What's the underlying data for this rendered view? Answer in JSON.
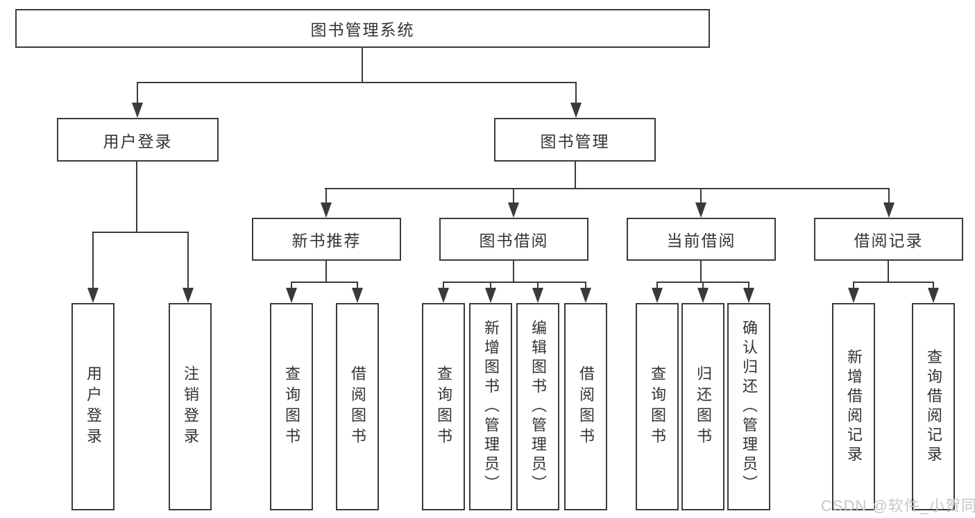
{
  "diagram": {
    "root": {
      "label": "图书管理系统"
    },
    "branches": [
      {
        "label": "用户登录",
        "children": [
          "用户登录",
          "注销登录"
        ]
      },
      {
        "label": "图书管理",
        "sections": [
          {
            "label": "新书推荐",
            "children": [
              "查询图书",
              "借阅图书"
            ]
          },
          {
            "label": "图书借阅",
            "children": [
              "查询图书",
              "新增图书（管理员）",
              "编辑图书（管理员）",
              "借阅图书"
            ]
          },
          {
            "label": "当前借阅",
            "children": [
              "查询图书",
              "归还图书",
              "确认归还（管理员）"
            ]
          },
          {
            "label": "借阅记录",
            "children": [
              "新增借阅记录",
              "查询借阅记录"
            ]
          }
        ]
      }
    ]
  },
  "watermark": {
    "text": "CSDN @软件_小贺同学",
    "color": "#c6c6c6"
  },
  "colors": {
    "line": "#3a3a3a",
    "border": "#3a3a3a",
    "text": "#333333",
    "background": "#ffffff",
    "watermark": "#c6c6c6"
  }
}
